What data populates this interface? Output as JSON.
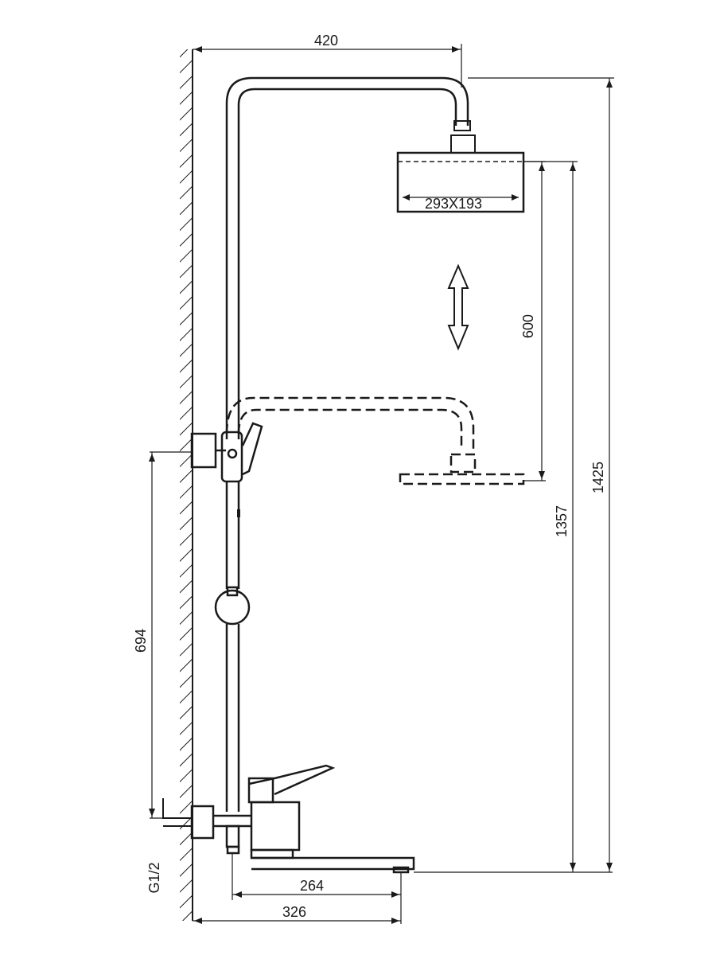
{
  "dimensions": {
    "top_width": "420",
    "head_size": "293X193",
    "adjust_range": "600",
    "total_height": "1425",
    "head_height": "1357",
    "inlet_spacing": "694",
    "inlet_thread": "G1/2",
    "spout_reach": "264",
    "total_depth": "326"
  }
}
